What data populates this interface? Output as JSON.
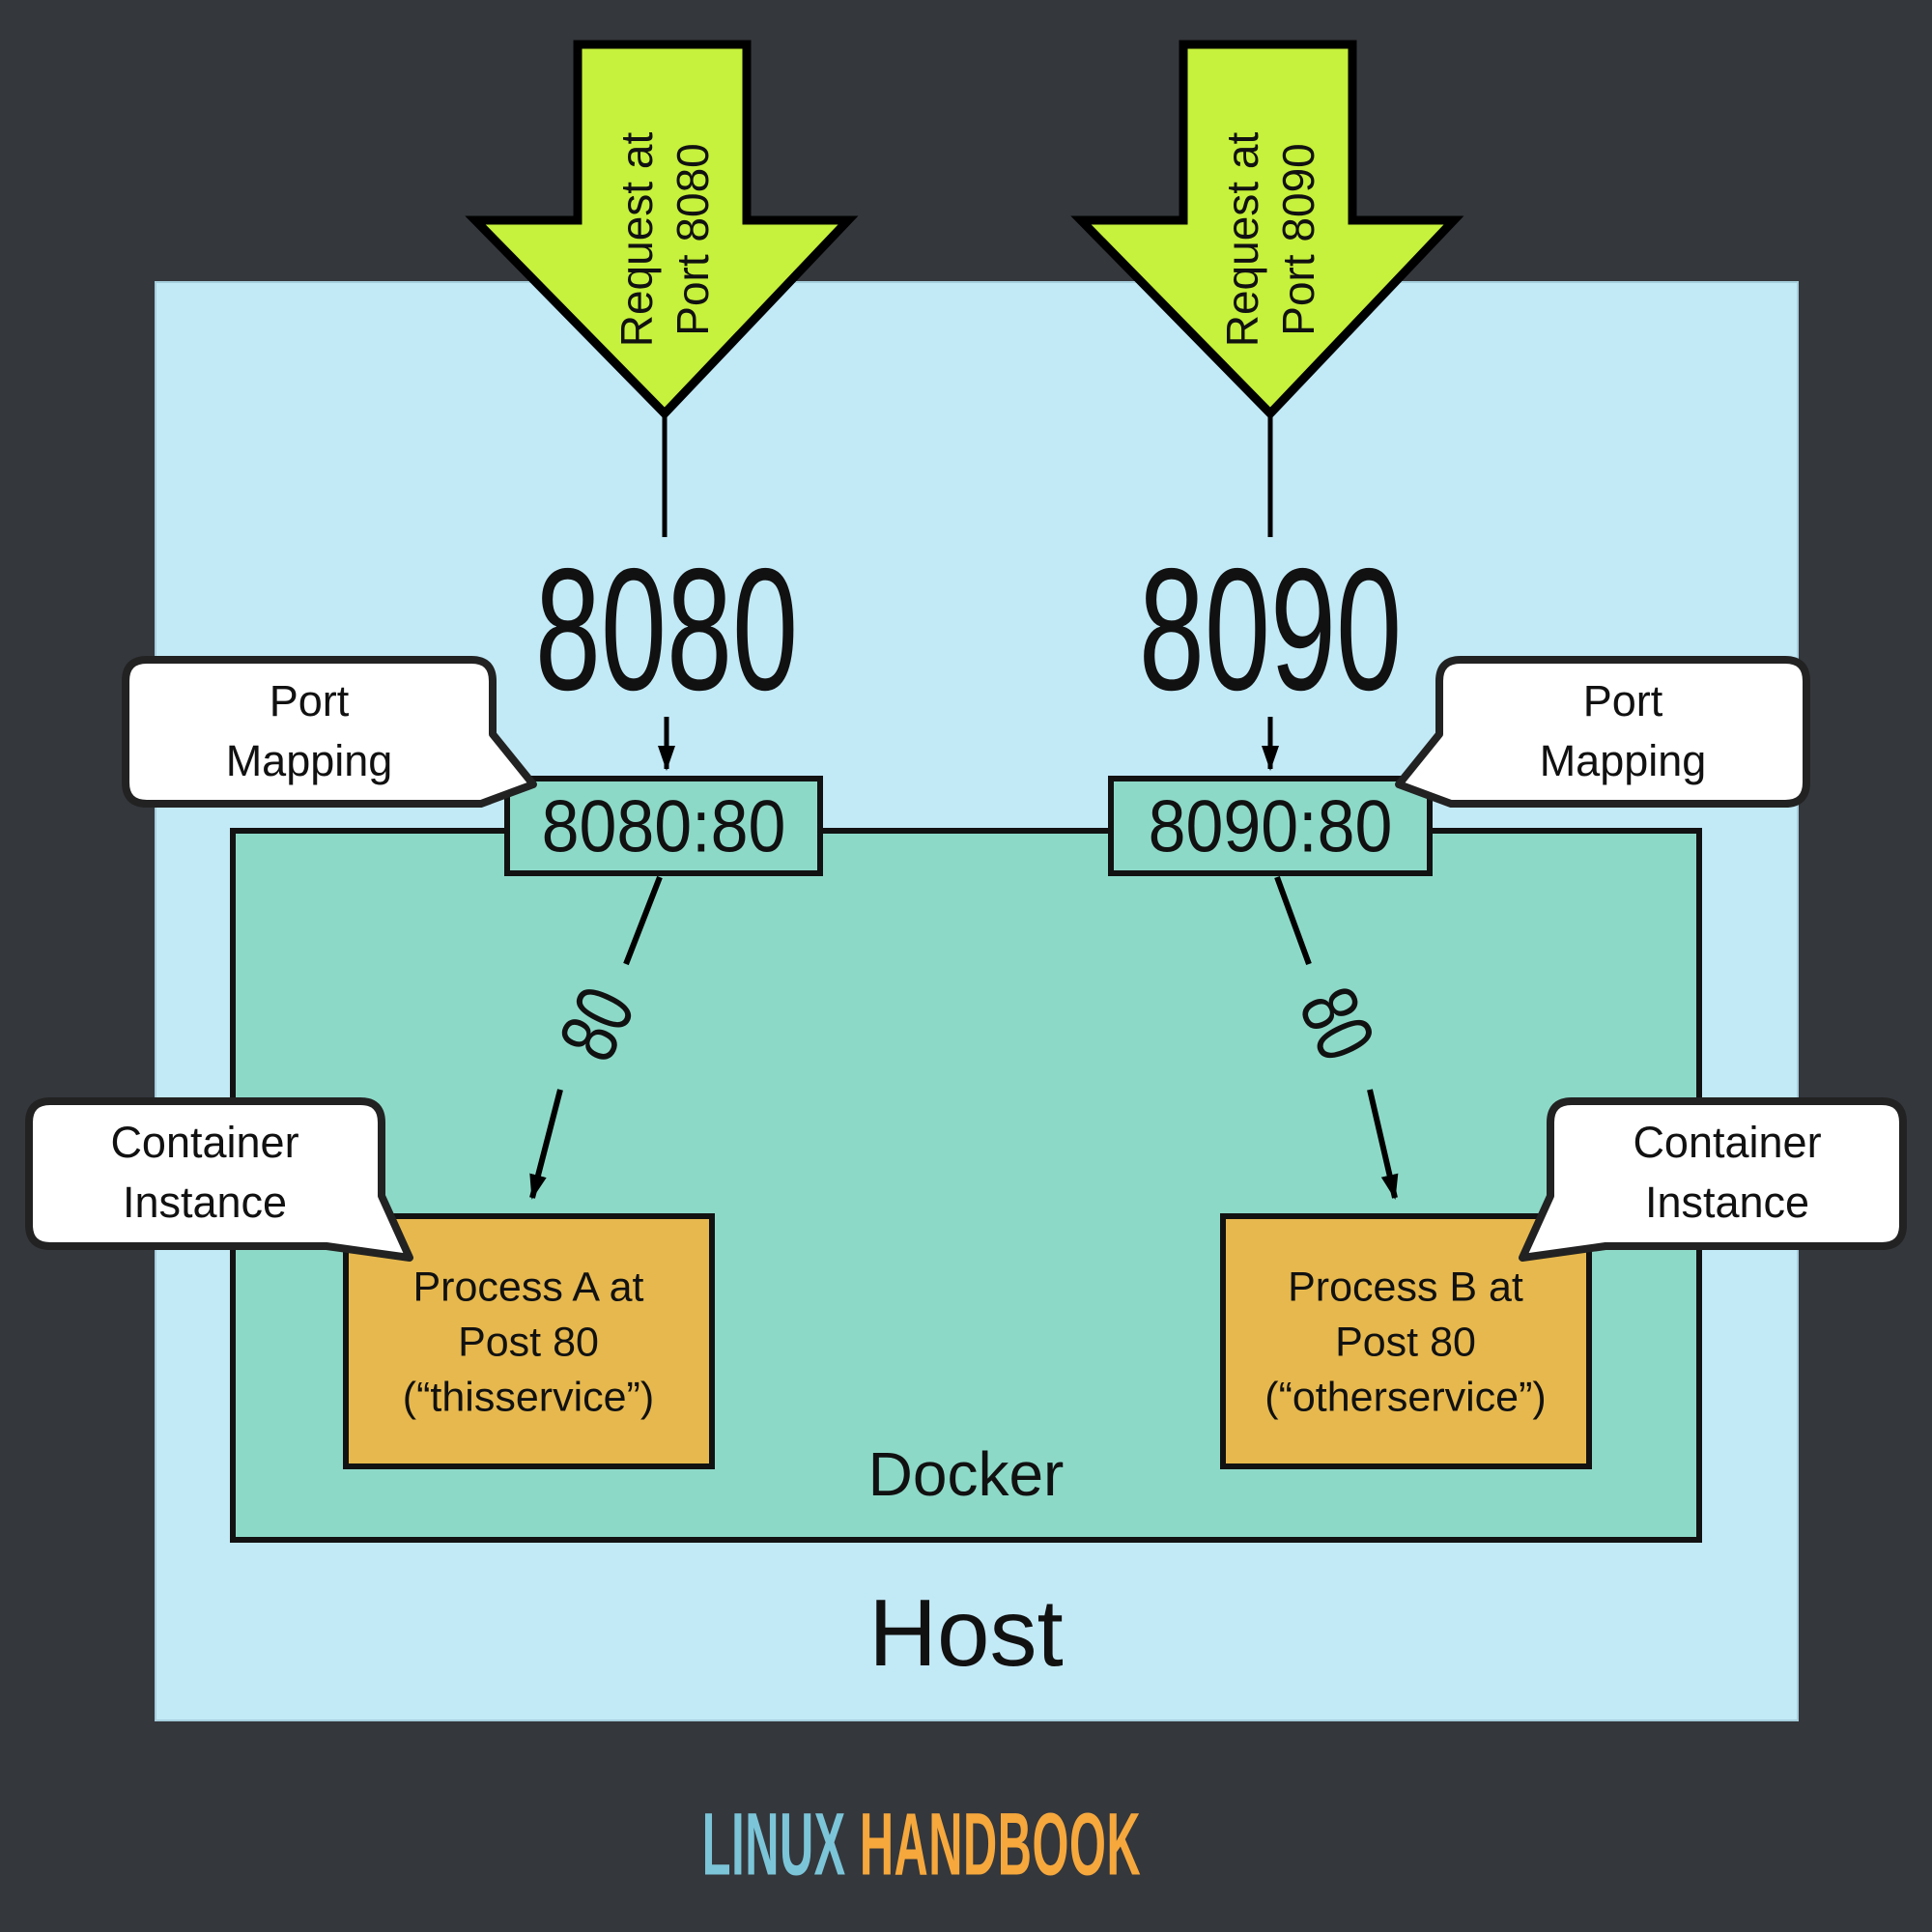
{
  "colors": {
    "bg": "#34373c",
    "host-fill": "#c2e9f6",
    "docker-fill": "#8dd9c8",
    "arrow-green": "#c6f13c",
    "process-fill": "#e6b84e",
    "outline": "#121212",
    "bubble-fill": "#ffffff",
    "logo-blue": "#7cc5d9",
    "logo-orange": "#f6a83d",
    "text": "#111111"
  },
  "request_arrows": [
    {
      "line1": "Request at",
      "line2": "Port 8080"
    },
    {
      "line1": "Request at",
      "line2": "Port 8090"
    }
  ],
  "host_ports": [
    {
      "label": "8080"
    },
    {
      "label": "8090"
    }
  ],
  "port_mappings": [
    {
      "label": "8080:80"
    },
    {
      "label": "8090:80"
    }
  ],
  "port_mapping_callouts": [
    {
      "line1": "Port",
      "line2": "Mapping"
    },
    {
      "line1": "Port",
      "line2": "Mapping"
    }
  ],
  "container_callouts": [
    {
      "line1": "Container",
      "line2": "Instance"
    },
    {
      "line1": "Container",
      "line2": "Instance"
    }
  ],
  "container_port_labels": [
    "80",
    "80"
  ],
  "processes": [
    {
      "line1": "Process A at",
      "line2": "Post 80",
      "line3": "(“thisservice”)"
    },
    {
      "line1": "Process B at",
      "line2": "Post 80",
      "line3": "(“otherservice”)"
    }
  ],
  "docker_label": "Docker",
  "host_label": "Host",
  "logo": {
    "part1": "LINUX",
    "part2": "HANDBOOK"
  }
}
